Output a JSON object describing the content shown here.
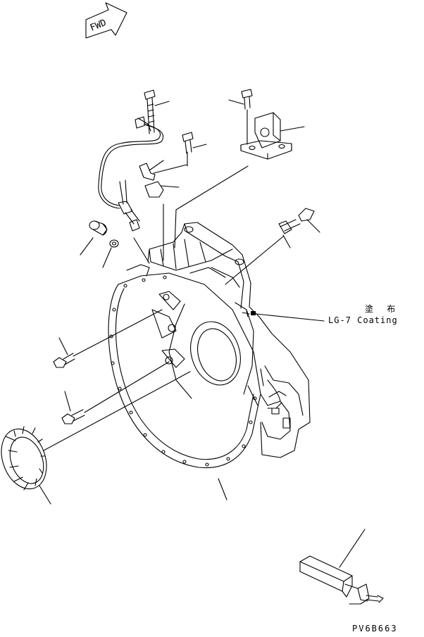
{
  "fwd_label": "FWD",
  "coating": {
    "japanese": "塗 布",
    "english": "LG-7 Coating"
  },
  "figure_code": "PV6B663",
  "colors": {
    "ink": "#000000",
    "paper": "#ffffff"
  }
}
